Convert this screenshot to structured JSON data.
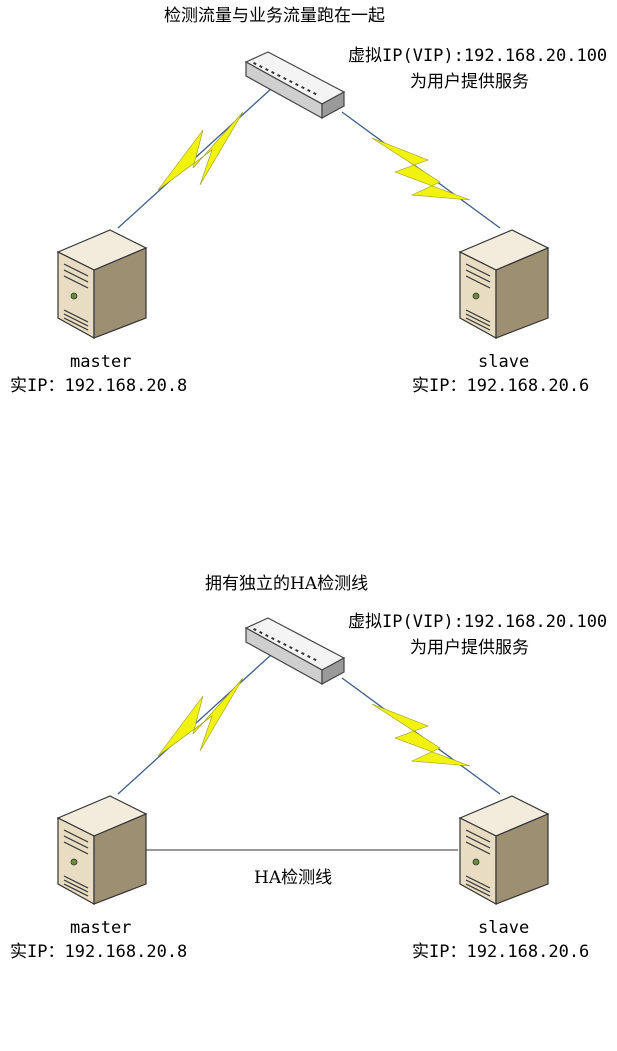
{
  "panels": [
    {
      "title": "检测流量与业务流量跑在一起",
      "vip_line1": "虚拟IP(VIP):192.168.20.100",
      "vip_line2": "为用户提供服务",
      "master": {
        "name": "master",
        "ip": "实IP：192.168.20.8"
      },
      "slave": {
        "name": "slave",
        "ip": "实IP：192.168.20.6"
      }
    },
    {
      "title": "拥有独立的HA检测线",
      "vip_line1": "虚拟IP(VIP):192.168.20.100",
      "vip_line2": "为用户提供服务",
      "ha_line_label": "HA检测线",
      "master": {
        "name": "master",
        "ip": "实IP：192.168.20.8"
      },
      "slave": {
        "name": "slave",
        "ip": "实IP：192.168.20.6"
      }
    }
  ],
  "colors": {
    "link_line": "#3b5e8c",
    "lightning": "#f2f20f",
    "server_body": "#e8dcc2",
    "switch_body": "#d8d8d8"
  }
}
